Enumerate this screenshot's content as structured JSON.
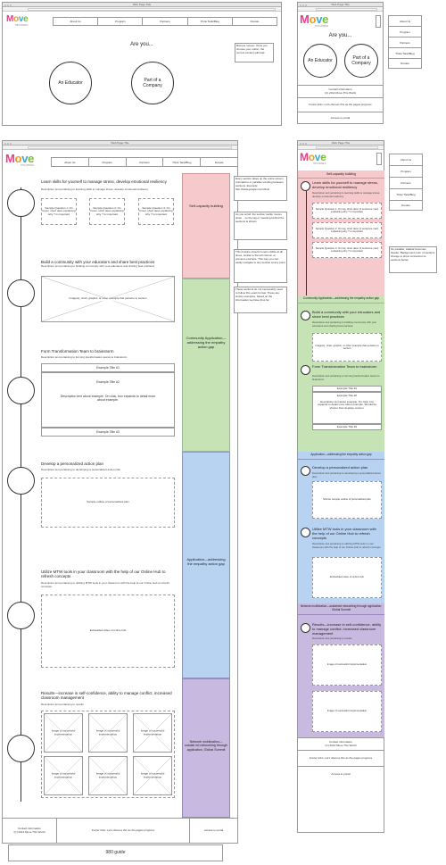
{
  "window_title": "Web Page Title",
  "logo": {
    "text1": "M",
    "text2": "o",
    "text3": "v",
    "text4": "e",
    "tagline": "THIS WORLD"
  },
  "nav": [
    "About Us",
    "Program",
    "Partners",
    "Think Tank/Blog",
    "Donate"
  ],
  "landing": {
    "heading": "Are you...",
    "educator": "An Educator",
    "company": "Part of a Company",
    "note": "Bumper screen. Once you choose your option, the correct content will load.",
    "contact": "Contact information\n(C) 2014 Move This World",
    "footer_links": "Footer links: Let's discuss this as the pages progress",
    "portal": "Access to portal"
  },
  "main": {
    "sections": [
      {
        "title": "Learn skills for yourself to manage stress, develop emotional resiliency",
        "desc": "Description text pertaining to learning skills to manage stress, develop emotional resiliency",
        "questions": [
          "Sample Question 1: On hover, short desc explaining why ? is important",
          "Sample Question 2: On hover, short desc explaining why ? is important",
          "Sample Question 3: On hover, short desc explaining why ? is important"
        ]
      },
      {
        "title": "Build a community with your educators and share best practices",
        "desc": "Description text pertaining to building community with your educators and sharing best practices",
        "media": "Image(s), chart, graphic, or other example that pertains to section"
      },
      {
        "title": "Form Transformation Team to brainstorm",
        "desc": "Description text pertaining to forming transformation teams to brainstorm",
        "ex1": "Example Title #1",
        "ex2": "Example Title #2",
        "ex_desc": "Description text about example. On click, box expands to detail more about example.",
        "ex3": "Example Title #3"
      },
      {
        "title": "Develop a personalized action plan",
        "desc": "Description text pertaining to developing a personalized action plan",
        "media": "Sample outline of personalized plan"
      },
      {
        "title": "Utilize MTW tools in your classroom with the help of our Online Hub to refresh concepts",
        "desc": "Description text pertaining to utilizing MTW tools in your classroom with the help of our Online Hub to refresh concepts",
        "media": "Embedded video of online hub"
      },
      {
        "title": "Results—increase in self-confidence, ability to manage conflict, increased classroom management",
        "desc": "Description text pertaining to results",
        "media": "Image of successful implementation"
      }
    ],
    "bands": [
      "Self-capacity building",
      "Community Application—addressing the empathy action gap",
      "Application—addressing the empathy action gap",
      "Network mobilization—sustain ed networking through application, Global Summit"
    ],
    "notes": [
      "Every section takes up the entire screen. Animations or parallax scrolling between sections. Example: http://www.google.com/think/",
      "As you scroll, the section tooltip moves down... so the tag or meaning behind the sections is shown",
      "This timeline should remain visible at all times, similar to the left column of previous example. This way you can easily navigate to any section at any point",
      "These sections do not necessarily need to follow this exact format. These are simply examples, based on the information we have thus far."
    ],
    "guide": "980 guide"
  },
  "mobile": {
    "band_labels": [
      "Self-capacity building",
      "Community Application—addressing the empathy action gap",
      "Application—addressing the empathy action gap",
      "Network mobilization—sustained networking through application, Global Summit"
    ],
    "questions": [
      "Sample Question 1: On tap, short desc (2 sentence max) explaining why ? is important",
      "Sample Question 2: On tap, short desc (2 sentence max) explaining why ? is important",
      "Sample Question 3: On tap, short desc (2 sentence max) explaining why ? is important"
    ],
    "shorter": "Shorter sample outline of personalized plan",
    "shorter_desc": "Description text about example. On click, box expands to detail more about example. Should be shorter than desktop version.",
    "note": "No parallax; sidebar becomes header. Background color of sections change to show connection to sections below"
  }
}
